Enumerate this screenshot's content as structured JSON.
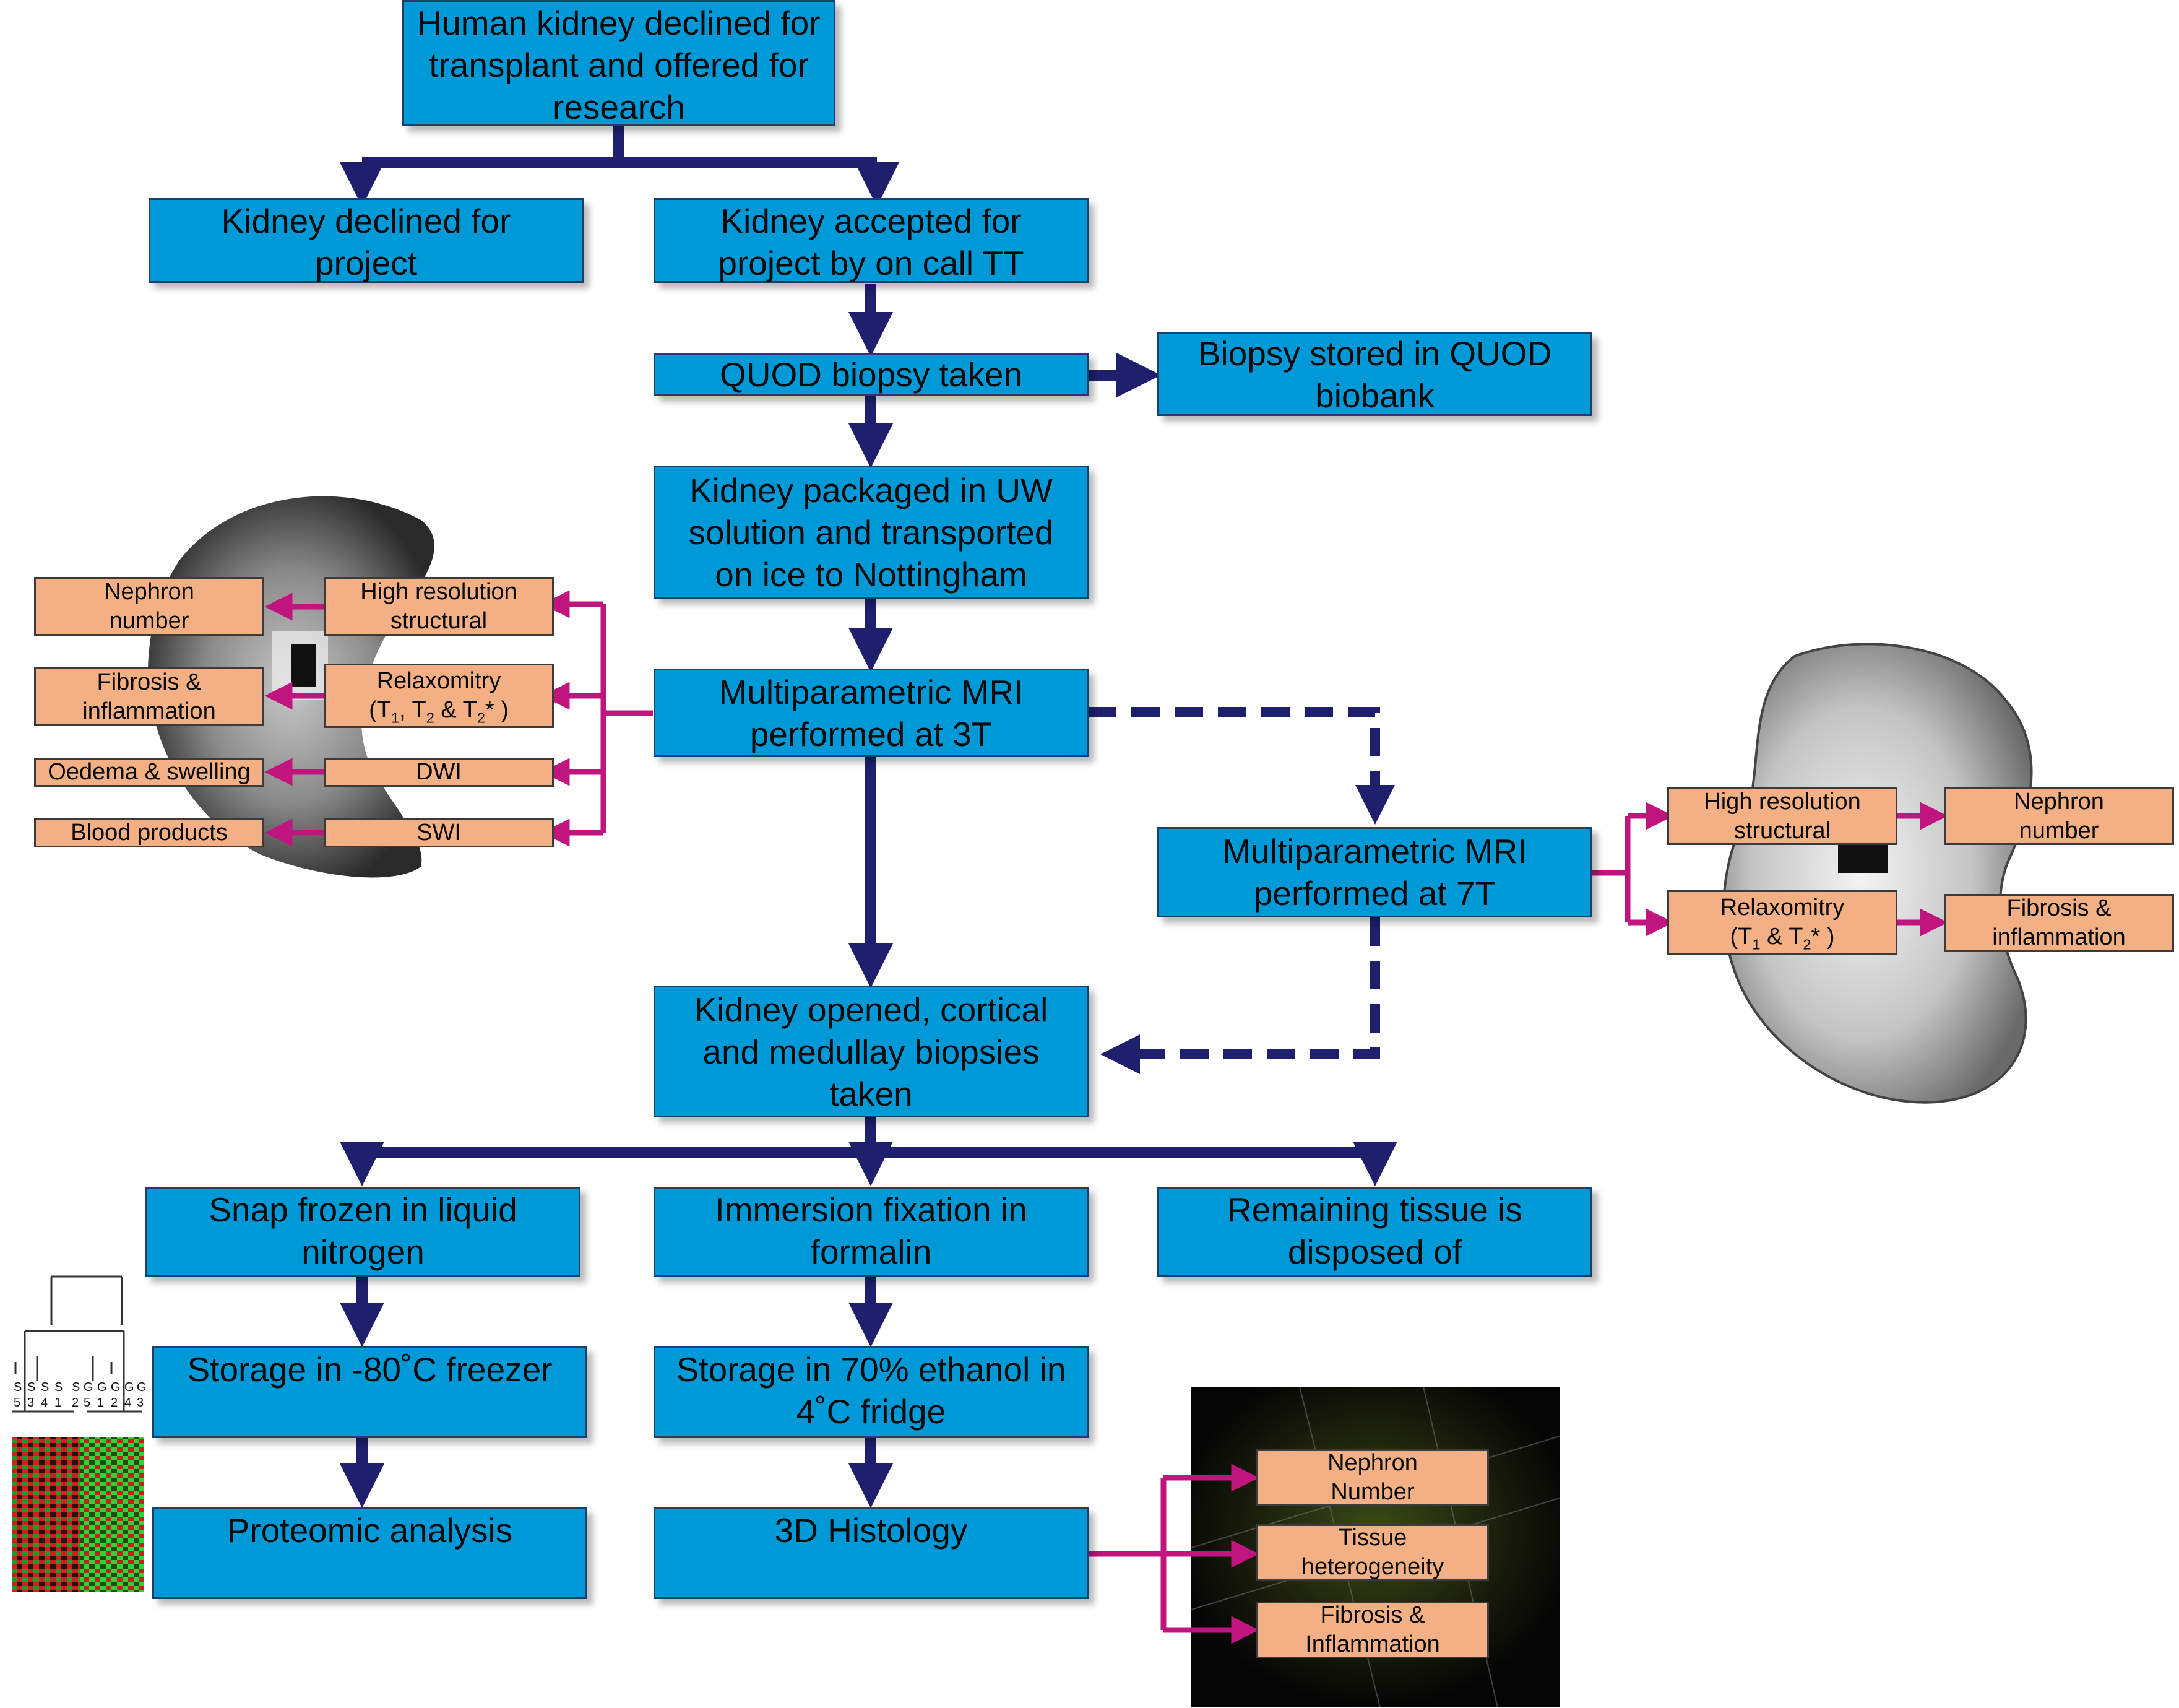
{
  "flow": {
    "start": [
      "Human kidney declined for",
      "transplant and offered for",
      "research"
    ],
    "declined": [
      "Kidney declined for",
      "project"
    ],
    "accepted": [
      "Kidney accepted for",
      "project by on call TT"
    ],
    "quod_biopsy": [
      "QUOD biopsy taken"
    ],
    "biobank": [
      "Biopsy stored in QUOD",
      "biobank"
    ],
    "packaged": [
      "Kidney packaged in UW",
      "solution and transported",
      "on ice to Nottingham"
    ],
    "mri_3t": [
      "Multiparametric MRI",
      "performed at 3T"
    ],
    "mri_7t": [
      "Multiparametric MRI",
      "performed at 7T"
    ],
    "opened": [
      "Kidney opened, cortical",
      "and medullay biopsies",
      "taken"
    ],
    "snap_frozen": [
      "Snap frozen in liquid",
      "nitrogen"
    ],
    "immersion": [
      "Immersion fixation in",
      "formalin"
    ],
    "disposed": [
      "Remaining tissue is",
      "disposed of"
    ],
    "storage_80": [
      "Storage in -80˚C freezer"
    ],
    "storage_ethanol": [
      "Storage in 70% ethanol in",
      "4˚C fridge"
    ],
    "proteomic": [
      "Proteomic analysis"
    ],
    "histology": [
      "3D Histology"
    ]
  },
  "mri3t_outputs": {
    "hi_res": [
      "High resolution",
      "structural"
    ],
    "relax": [
      "Relaxomitry",
      "(T",
      "1",
      ", T",
      "2",
      " & T",
      "2",
      "* )"
    ],
    "dwi": "DWI",
    "swi": "SWI",
    "nephron": [
      "Nephron",
      "number"
    ],
    "fibrosis": [
      "Fibrosis &",
      "inflammation"
    ],
    "oedema": "Oedema & swelling",
    "blood": "Blood products"
  },
  "mri7t_outputs": {
    "hi_res": [
      "High resolution",
      "structural"
    ],
    "relax": [
      "Relaxomitry",
      "(T",
      "1",
      " & T",
      "2",
      "* )"
    ],
    "nephron": [
      "Nephron",
      "number"
    ],
    "fibrosis": [
      "Fibrosis &",
      "inflammation"
    ]
  },
  "histology_outputs": {
    "nephron": [
      "Nephron",
      "Number"
    ],
    "tissue": [
      "Tissue",
      "heterogeneity"
    ],
    "fibrosis": [
      "Fibrosis &",
      "Inflammation"
    ]
  },
  "heatmap_labels": {
    "top": [
      "S",
      "S",
      "S",
      "S",
      "S",
      "G",
      "G",
      "G",
      "G",
      "G"
    ],
    "bottom": [
      "5",
      "3",
      "4",
      "1",
      "2",
      "5",
      "1",
      "2",
      "4",
      "3"
    ]
  },
  "colors": {
    "flow_arrow": "#1f1f6e",
    "output_arrow": "#c0147e",
    "box_fill": "#0099d8",
    "output_fill": "#f2b084"
  }
}
